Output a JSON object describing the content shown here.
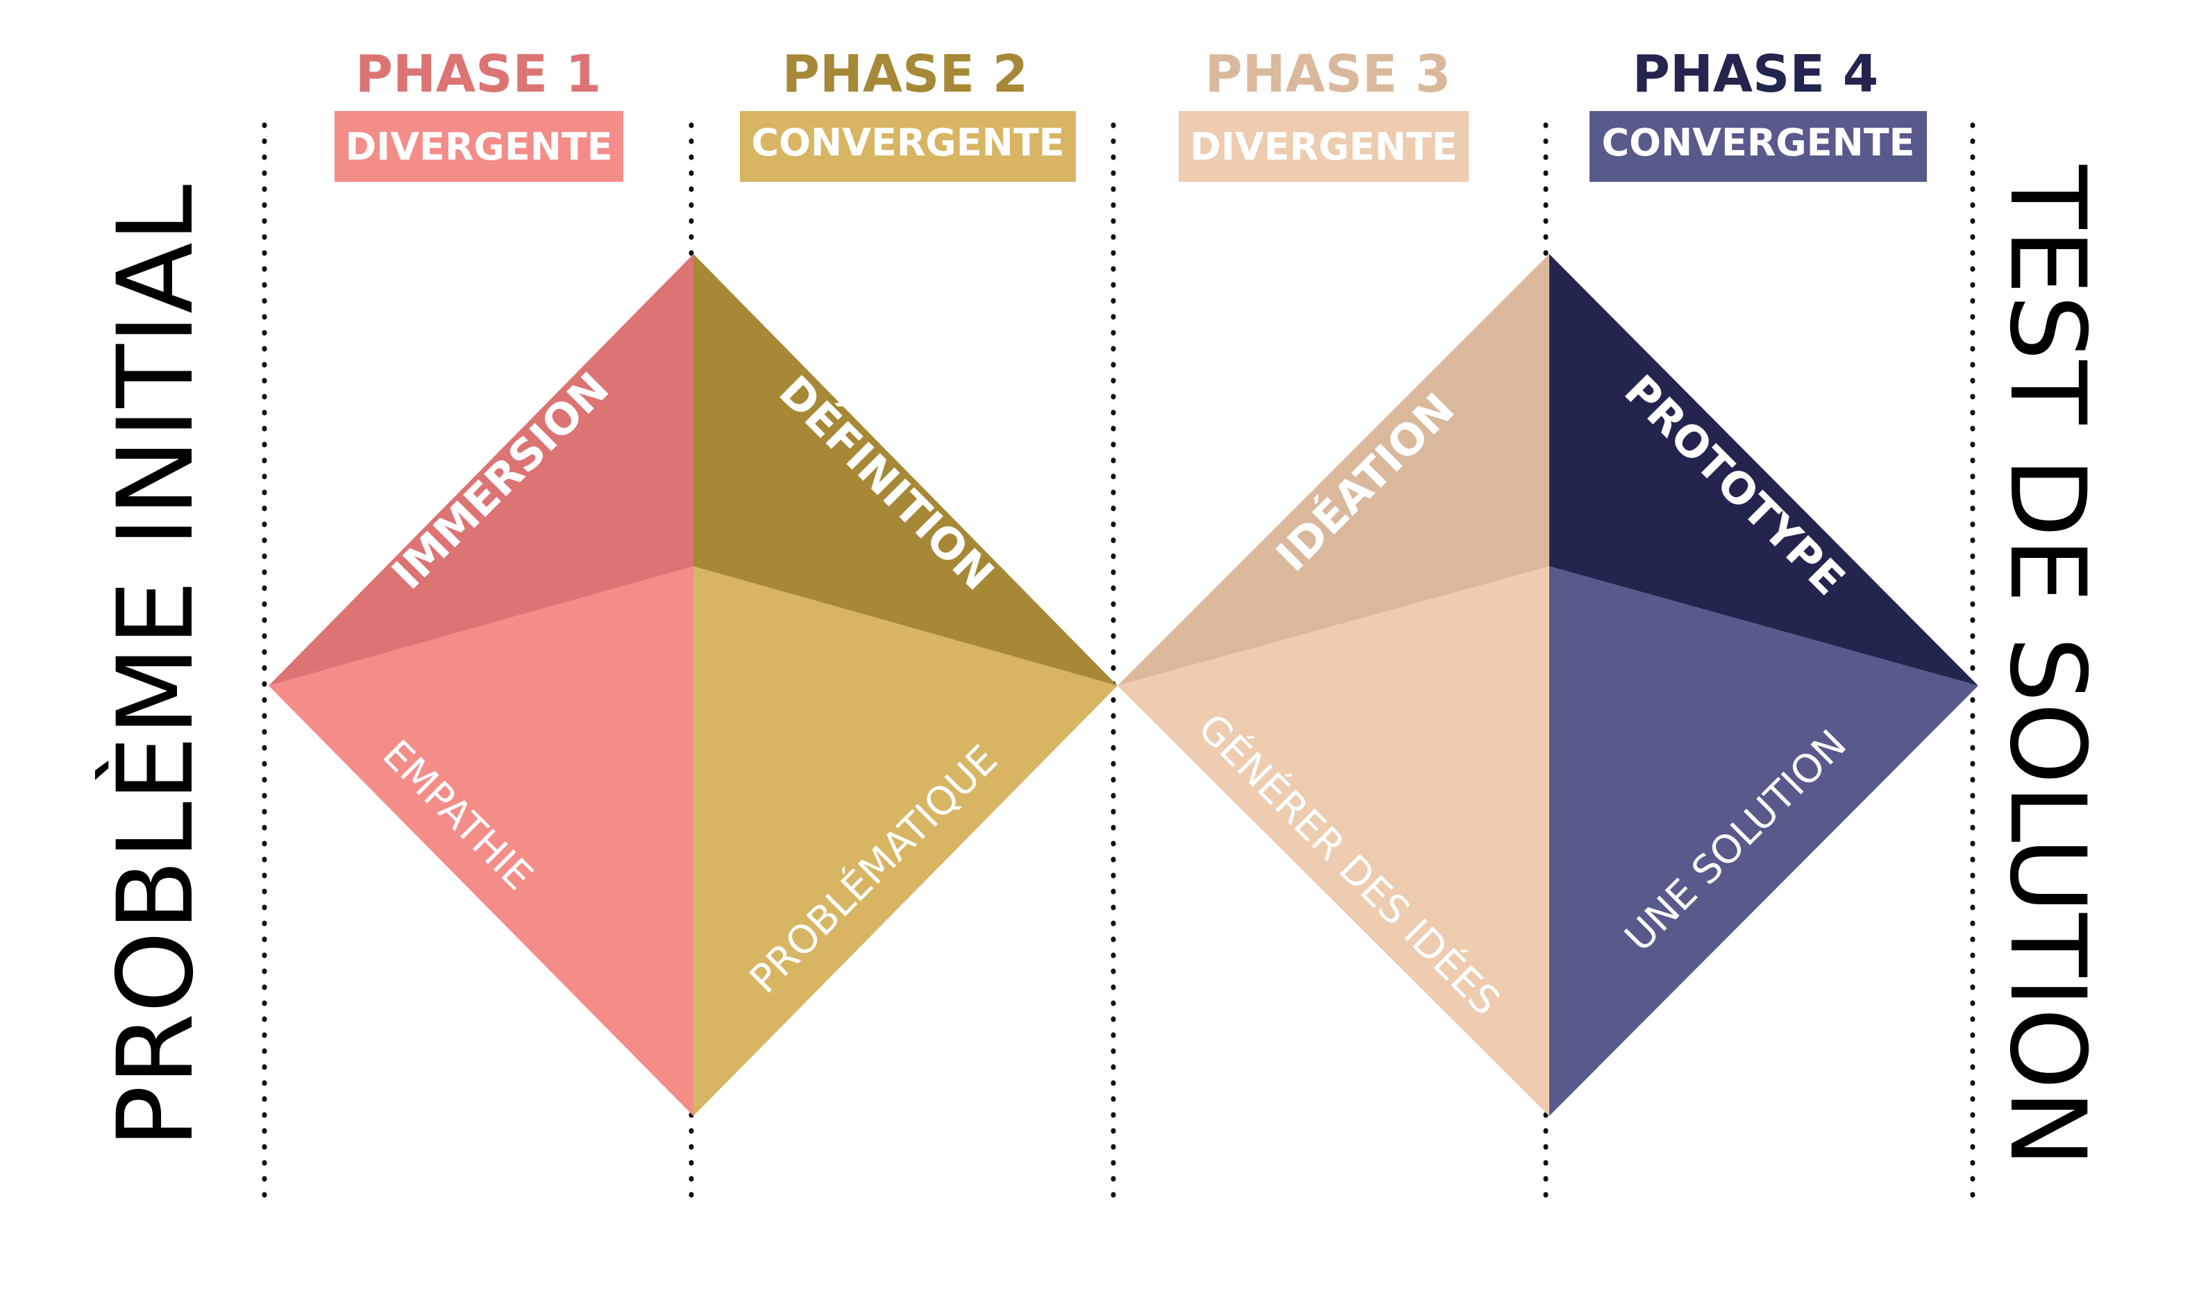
{
  "side_labels": {
    "left": "PROBLÈME INITIAL",
    "right": "TEST DE SOLUTION"
  },
  "phases": [
    {
      "title": "PHASE 1",
      "mode": "DIVERGENTE",
      "title_color": "#DC7474",
      "badge_color": "#F48C88",
      "section_name": "IMMERSION",
      "section_detail": "EMPATHIE",
      "upper_color": "#DC7474",
      "lower_color": "#F48C88"
    },
    {
      "title": "PHASE 2",
      "mode": "CONVERGENTE",
      "title_color": "#A68836",
      "badge_color": "#D7B563",
      "section_name": "DÉFINITION",
      "section_detail": "PROBLÉMATIQUE",
      "upper_color": "#A68836",
      "lower_color": "#D7B563"
    },
    {
      "title": "PHASE 3",
      "mode": "DIVERGENTE",
      "title_color": "#DAB89C",
      "badge_color": "#EECCB0",
      "section_name": "IDÉATION",
      "section_detail": "GÉNÉRER DES IDÉES",
      "upper_color": "#DAB89C",
      "lower_color": "#EECCB0"
    },
    {
      "title": "PHASE 4",
      "mode": "CONVERGENTE",
      "title_color": "#23254F",
      "badge_color": "#585A8C",
      "section_name": "PROTOTYPE",
      "section_detail": "UNE SOLUTION",
      "upper_color": "#23254F",
      "lower_color": "#585A8C"
    }
  ]
}
